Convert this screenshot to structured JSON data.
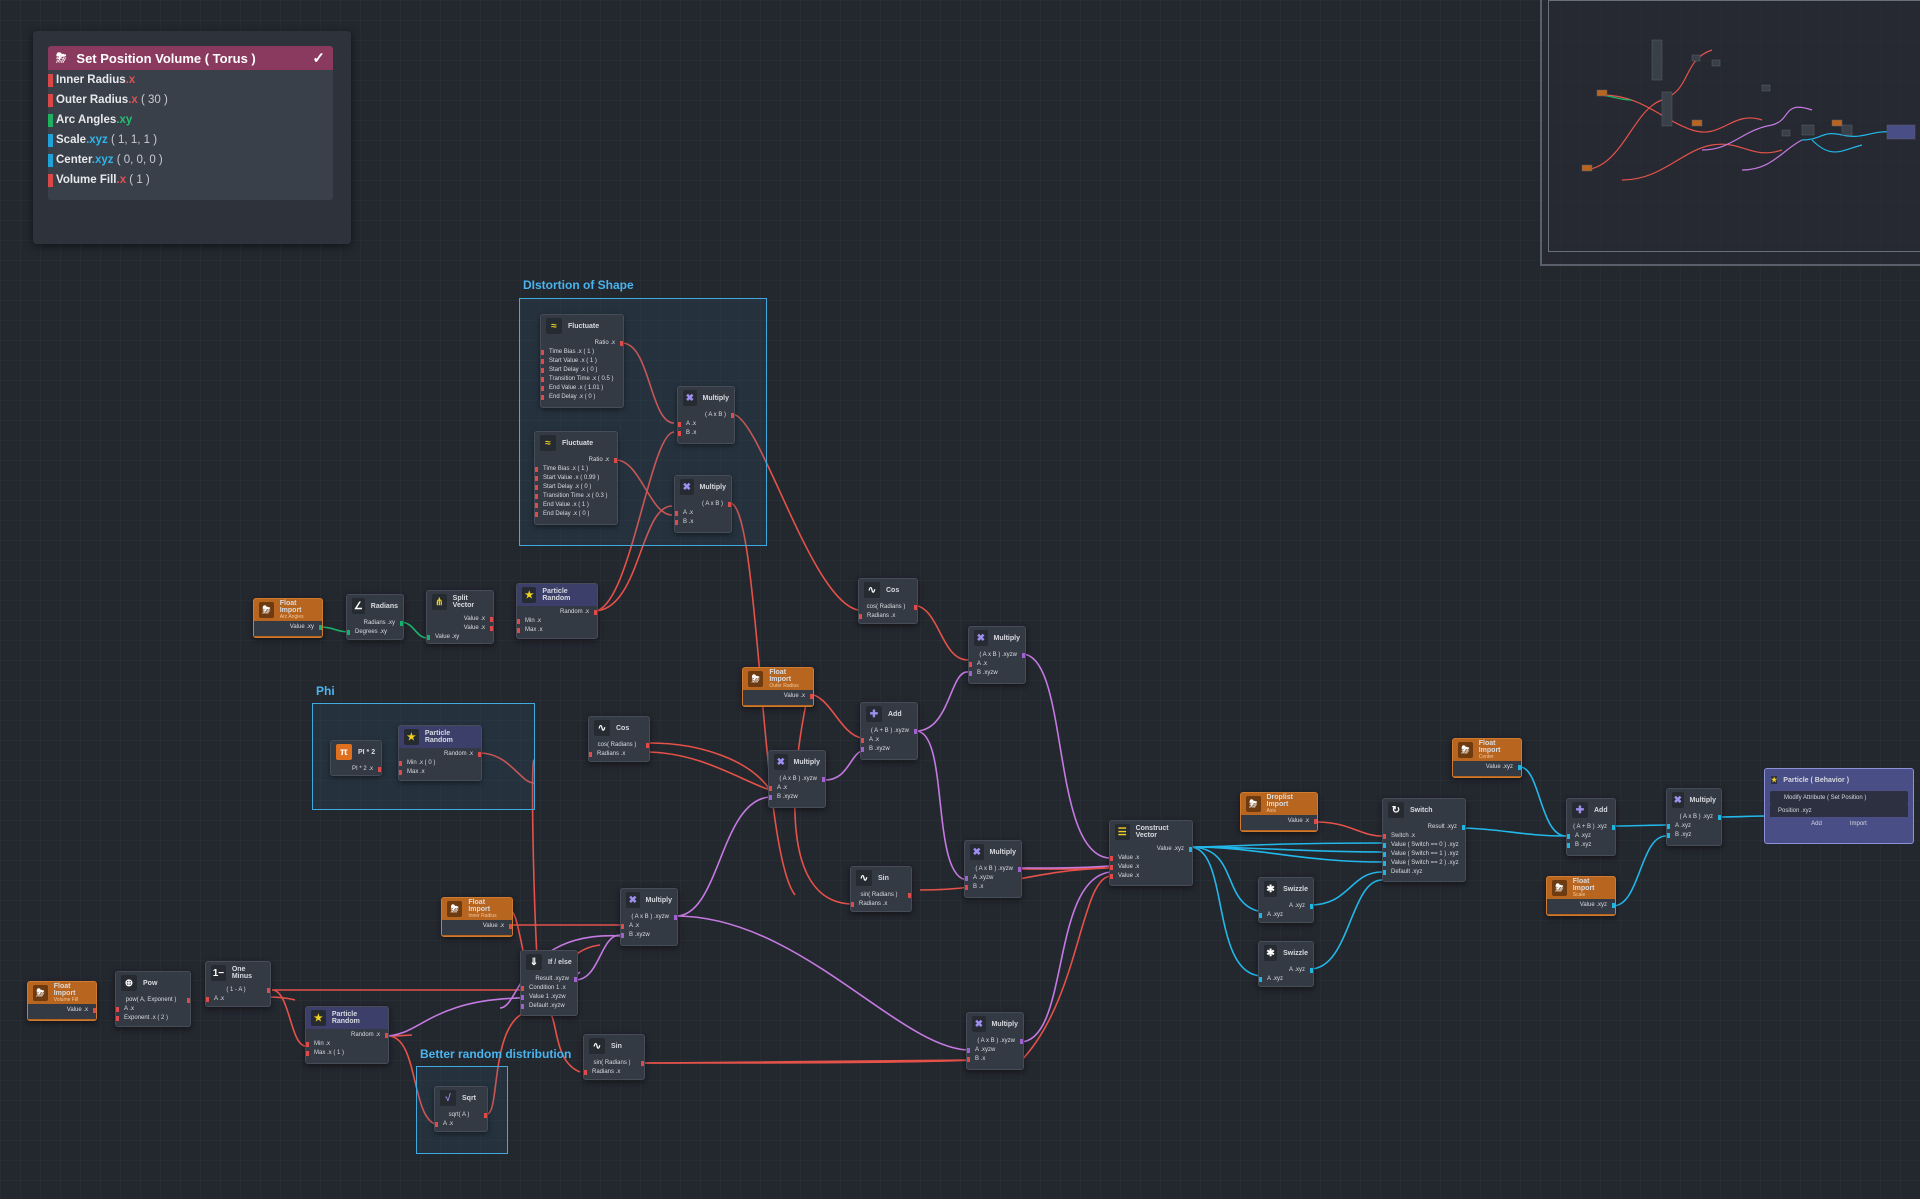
{
  "props_panel": {
    "title": "Set Position Volume ( Torus )",
    "rows": [
      {
        "name": "Inner Radius",
        "swizzle": ".x",
        "value": "",
        "color": "red"
      },
      {
        "name": "Outer Radius",
        "swizzle": ".x",
        "value": "( 30 )",
        "color": "red"
      },
      {
        "name": "Arc Angles",
        "swizzle": ".xy",
        "value": "",
        "color": "green"
      },
      {
        "name": "Scale",
        "swizzle": ".xyz",
        "value": "( 1, 1, 1 )",
        "color": "blue"
      },
      {
        "name": "Center",
        "swizzle": ".xyz",
        "value": "( 0, 0, 0 )",
        "color": "blue"
      },
      {
        "name": "Volume Fill",
        "swizzle": ".x",
        "value": "( 1 )",
        "color": "red"
      }
    ]
  },
  "groups": {
    "distortion": "DIstortion of Shape",
    "phi": "Phi",
    "better_random": "Better random distribution"
  },
  "nodes": {
    "fluct1": {
      "title": "Fluctuate",
      "out": "Ratio .x",
      "rows": [
        "Time Bias .x ( 1 )",
        "Start Value .x ( 1 )",
        "Start Delay .x ( 0 )",
        "Transition Time .x ( 0.5 )",
        "End Value .x ( 1.01 )",
        "End Delay .x ( 0 )"
      ]
    },
    "fluct2": {
      "title": "Fluctuate",
      "out": "Ratio .x",
      "rows": [
        "Time Bias .x ( 1 )",
        "Start Value .x ( 0.99 )",
        "Start Delay .x ( 0 )",
        "Transition Time .x ( 0.3 )",
        "End Value .x ( 1 )",
        "End Delay .x ( 0 )"
      ]
    },
    "mult_d1": {
      "title": "Multiply",
      "out": "( A x B )",
      "rows": [
        "A .x",
        "B .x"
      ]
    },
    "mult_d2": {
      "title": "Multiply",
      "out": "( A x B )",
      "rows": [
        "A .x",
        "B .x"
      ]
    },
    "fi_arc": {
      "title": "Float Import",
      "sub": "Arc Angles",
      "out": "Value .xy"
    },
    "radians": {
      "title": "Radians",
      "out": "Radians .xy",
      "rows": [
        "Degrees .xy"
      ]
    },
    "split": {
      "title": "Split Vector",
      "out1": "Value .x",
      "out2": "Value .x",
      "rows": [
        "Value .xy"
      ]
    },
    "prand1": {
      "title": "Particle Random",
      "out": "Random .x",
      "rows": [
        "Min .x",
        "Max .x"
      ]
    },
    "cos1": {
      "title": "Cos",
      "mid": "cos( Radians )",
      "rows": [
        "Radians .x"
      ]
    },
    "cos2": {
      "title": "Cos",
      "mid": "cos( Radians )",
      "rows": [
        "Radians .x"
      ]
    },
    "mult_c1": {
      "title": "Multiply",
      "out": "( A x B ) .xyzw",
      "rows": [
        "A .x",
        "B .xyzw"
      ]
    },
    "fi_outer": {
      "title": "Float Import",
      "sub": "Outer Radius",
      "out": "Value .x"
    },
    "add1": {
      "title": "Add",
      "out": "( A + B ) .xyzw",
      "rows": [
        "A .x",
        "B .xyzw"
      ]
    },
    "pi2": {
      "title": "PI * 2",
      "out": "PI * 2 .x"
    },
    "prand2": {
      "title": "Particle Random",
      "out": "Random .x",
      "rows": [
        "Min .x ( 0 )",
        "Max .x"
      ]
    },
    "mult_m": {
      "title": "Multiply",
      "out": "( A x B ) .xyzw",
      "rows": [
        "A .x",
        "B .xyzw"
      ]
    },
    "sin1": {
      "title": "Sin",
      "mid": "sin( Radians )",
      "rows": [
        "Radians .x"
      ]
    },
    "mult_s": {
      "title": "Multiply",
      "out": "( A x B ) .xyzw",
      "rows": [
        "A .xyzw",
        "B .x"
      ]
    },
    "construct": {
      "title": "Construct Vector",
      "out": "Value .xyz",
      "rows": [
        "Value .x",
        "Value .x",
        "Value .x"
      ]
    },
    "fi_inner": {
      "title": "Float Import",
      "sub": "Inner Radius",
      "out": "Value .x"
    },
    "mult_i": {
      "title": "Multiply",
      "out": "( A x B ) .xyzw",
      "rows": [
        "A .x",
        "B .xyzw"
      ]
    },
    "ifelse": {
      "title": "If / else",
      "out": "Result .xyzw",
      "rows": [
        "Condition 1 .x",
        "Value 1 .xyzw",
        "Default .xyzw"
      ]
    },
    "fi_vol": {
      "title": "Float Import",
      "sub": "Volume Fill",
      "out": "Value .x"
    },
    "pow": {
      "title": "Pow",
      "mid": "pow( A, Exponent )",
      "rows": [
        "A .x",
        "Exponent .x ( 2 )"
      ]
    },
    "oneminus": {
      "title": "One Minus",
      "mid": "( 1 - A )",
      "rows": [
        "A .x"
      ]
    },
    "prand3": {
      "title": "Particle Random",
      "out": "Random .x",
      "rows": [
        "Min .x",
        "Max .x ( 1 )"
      ]
    },
    "sin2": {
      "title": "Sin",
      "mid": "sin( Radians )",
      "rows": [
        "Radians .x"
      ]
    },
    "mult_b": {
      "title": "Multiply",
      "out": "( A x B ) .xyzw",
      "rows": [
        "A .xyzw",
        "B .x"
      ]
    },
    "sqrt": {
      "title": "Sqrt",
      "mid": "sqrt( A )",
      "rows": [
        "A .x"
      ]
    },
    "dd_axis": {
      "title": "Droplist Import",
      "sub": "Axis",
      "out": "Value .x"
    },
    "switch": {
      "title": "Switch",
      "out": "Result .xyz",
      "rows": [
        "Switch .x",
        "Value ( Switch == 0 ) .xyz",
        "Value ( Switch == 1 ) .xyz",
        "Value ( Switch == 2 ) .xyz",
        "Default .xyz"
      ]
    },
    "swz1": {
      "title": "Swizzle",
      "out": "A .xyz",
      "rows": [
        "A .xyz"
      ]
    },
    "swz2": {
      "title": "Swizzle",
      "out": "A .xyz",
      "rows": [
        "A .xyz"
      ]
    },
    "fi_center": {
      "title": "Float Import",
      "sub": "Center",
      "out": "Value .xyz"
    },
    "add2": {
      "title": "Add",
      "out": "( A + B ) .xyz",
      "rows": [
        "A .xyz",
        "B .xyz"
      ]
    },
    "fi_scale": {
      "title": "Float Import",
      "sub": "Scale",
      "out": "Value .xyz"
    },
    "mult_f": {
      "title": "Multiply",
      "out": "( A x B ) .xyz",
      "rows": [
        "A .xyz",
        "B .xyz"
      ]
    }
  },
  "particle_system": {
    "title": "Particle ( Behavior )",
    "module": "Modify Attribute ( Set Position )",
    "input": "Position .xyz",
    "add_label": "Add",
    "import_label": "Import"
  },
  "colors": {
    "float_wire": "#e5524a",
    "vector_wire": "#c47ae0",
    "xyz_wire": "#22b8ea",
    "xy_wire": "#1db56c",
    "import_node": "#b8651f",
    "group_border": "#3fa9e0"
  }
}
